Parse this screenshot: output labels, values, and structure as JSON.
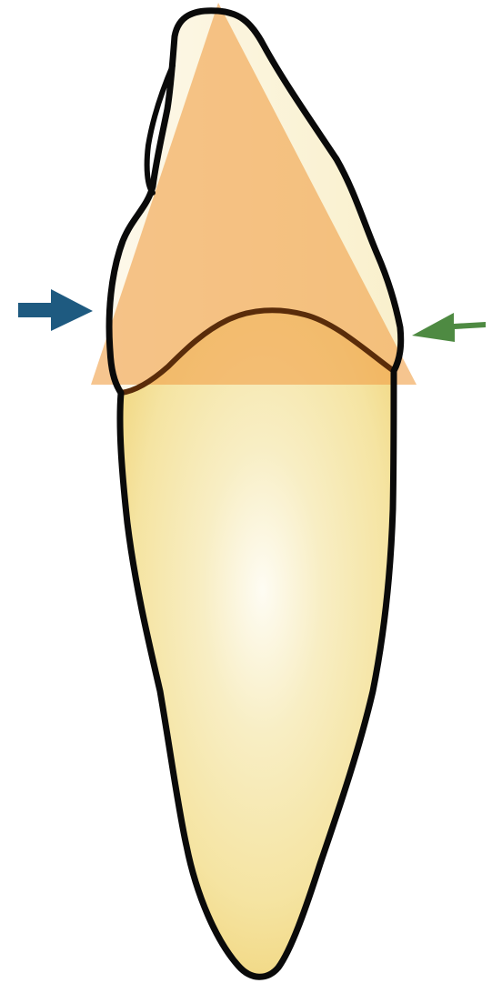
{
  "diagram": {
    "subject": "tooth-outline-with-crown-triangle",
    "colors": {
      "root_fill_light": "#fbf6df",
      "root_fill_mid": "#f5e6a8",
      "root_fill_edge": "#f2d98a",
      "crown_fill": "#fdf7e8",
      "triangle_fill": "#f0a14a",
      "triangle_opacity": 0.62,
      "cej_line": "#5a2c0a",
      "outline": "#0a0a0a",
      "arrow_left": "#1e5a80",
      "arrow_right": "#4e8a42"
    },
    "arrows": [
      {
        "id": "left",
        "icon": "arrow-right-icon",
        "pointing": "right"
      },
      {
        "id": "right",
        "icon": "arrow-left-icon",
        "pointing": "left"
      }
    ]
  }
}
